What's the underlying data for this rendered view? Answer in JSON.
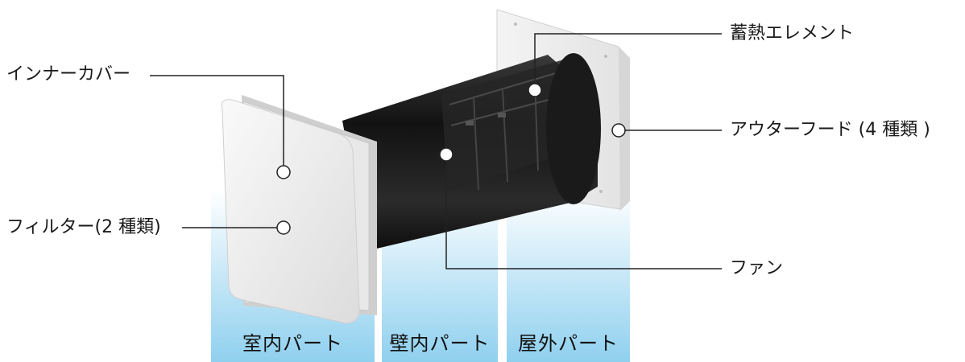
{
  "callouts": {
    "inner_cover": "インナーカバー",
    "filter": "フィルター(2 種類)",
    "heat_element": "蓄熱エレメント",
    "outer_hood": "アウターフード (4 種類 )",
    "fan": "ファン"
  },
  "sections": {
    "indoor": "室内パート",
    "wall": "壁内パート",
    "outdoor": "屋外パート"
  },
  "colors": {
    "panel_top": "#ffffff",
    "panel_bottom": "#8fd0ef",
    "leader_line": "#222222",
    "cover_fill": "#f1f1f1",
    "tube_fill": "#1b1b1b"
  }
}
